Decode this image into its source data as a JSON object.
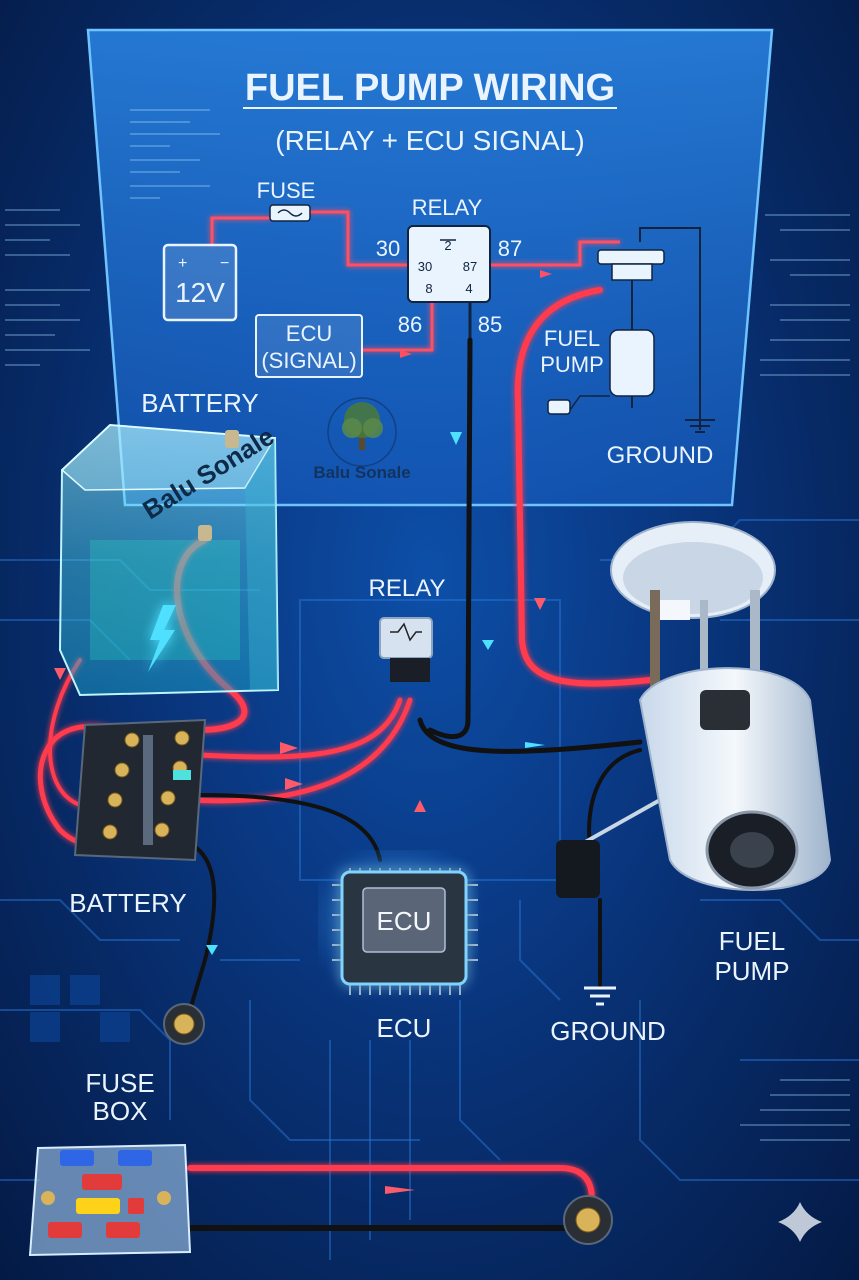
{
  "schematic": {
    "title": "FUEL PUMP WIRING",
    "subtitle": "(RELAY + ECU SIGNAL)",
    "fuse_label": "FUSE",
    "relay_label": "RELAY",
    "battery_voltage": "12V",
    "ecu_label_line1": "ECU",
    "ecu_label_line2": "(SIGNAL)",
    "pin_30": "30",
    "pin_87": "87",
    "pin_86": "86",
    "pin_85": "85",
    "inner_pin_30": "30",
    "inner_pin_87": "87",
    "inner_pin_2": "2",
    "inner_pin_8": "8",
    "inner_pin_4": "4",
    "fuel_pump_line1": "FUEL",
    "fuel_pump_line2": "PUMP",
    "ground_label": "GROUND",
    "battery_label": "BATTERY"
  },
  "watermark": {
    "text": "Balu Sonale",
    "battery_text": "Balu Sonale"
  },
  "components": {
    "relay_label": "RELAY",
    "battery_label": "BATTERY",
    "ecu_chip_text": "ECU",
    "ecu_label": "ECU",
    "ground_label": "GROUND",
    "fuel_pump_line1": "FUEL",
    "fuel_pump_line2": "PUMP",
    "fuse_box_line1": "FUSE",
    "fuse_box_line2": "BOX"
  },
  "colors": {
    "wire_red": "#ff3b4e",
    "wire_black": "#111111",
    "panel": "#1a6fd0",
    "glow": "#7fd4ff"
  }
}
